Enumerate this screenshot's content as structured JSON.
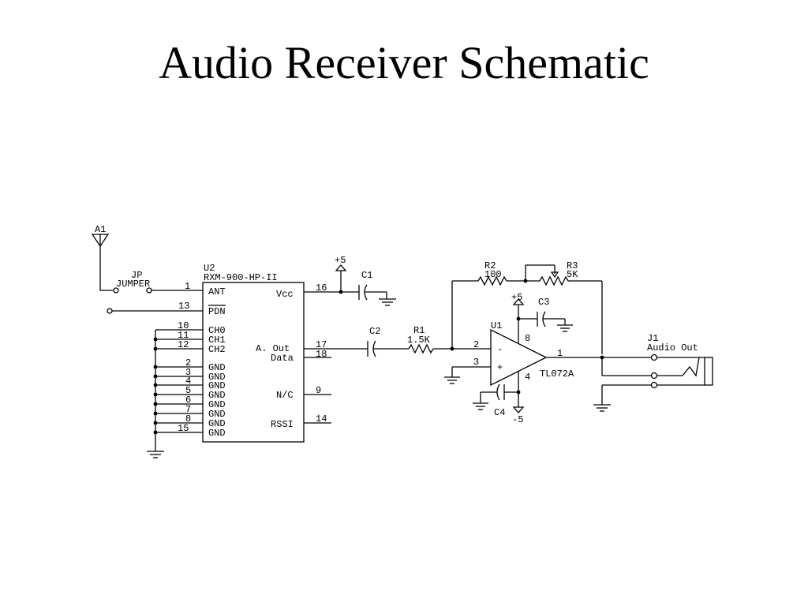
{
  "title": "Audio Receiver Schematic",
  "antenna": {
    "ref": "A1"
  },
  "jumper": {
    "ref": "JP",
    "name": "JUMPER"
  },
  "module": {
    "ref": "U2",
    "part": "RXM-900-HP-II",
    "pins": {
      "ant": {
        "name": "ANT",
        "num": "1"
      },
      "pdn": {
        "name": "PDN",
        "num": "13"
      },
      "ch0": {
        "name": "CH0",
        "num": "10"
      },
      "ch1": {
        "name": "CH1",
        "num": "11"
      },
      "ch2": {
        "name": "CH2",
        "num": "12"
      },
      "gnd2": {
        "name": "GND",
        "num": "2"
      },
      "gnd3": {
        "name": "GND",
        "num": "3"
      },
      "gnd4": {
        "name": "GND",
        "num": "4"
      },
      "gnd5": {
        "name": "GND",
        "num": "5"
      },
      "gnd6": {
        "name": "GND",
        "num": "6"
      },
      "gnd7": {
        "name": "GND",
        "num": "7"
      },
      "gnd8": {
        "name": "GND",
        "num": "8"
      },
      "gnd15": {
        "name": "GND",
        "num": "15"
      },
      "vcc": {
        "name": "Vcc",
        "num": "16"
      },
      "aout": {
        "name": "A. Out",
        "num": "17"
      },
      "data": {
        "name": "Data",
        "num": "18"
      },
      "nc": {
        "name": "N/C",
        "num": "9"
      },
      "rssi": {
        "name": "RSSI",
        "num": "14"
      }
    }
  },
  "supply_pos": "+5",
  "supply_neg": "-5",
  "c1": {
    "ref": "C1"
  },
  "c2": {
    "ref": "C2"
  },
  "c3": {
    "ref": "C3"
  },
  "c4": {
    "ref": "C4"
  },
  "r1": {
    "ref": "R1",
    "value": "1.5K"
  },
  "r2": {
    "ref": "R2",
    "value": "100"
  },
  "r3": {
    "ref": "R3",
    "value": "5K"
  },
  "opamp": {
    "ref": "U1",
    "part": "TL072A",
    "inv_sign": "-",
    "noninv_sign": "+",
    "pins": {
      "inv": "2",
      "noninv": "3",
      "out": "1",
      "vpos": "8",
      "vneg": "4"
    }
  },
  "jack": {
    "ref": "J1",
    "name": "Audio Out"
  }
}
